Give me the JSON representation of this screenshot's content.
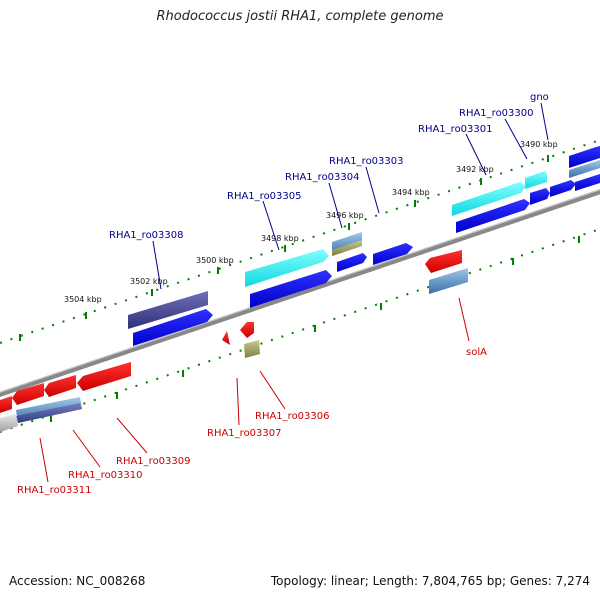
{
  "title": "Rhodococcus jostii RHA1, complete genome",
  "footer": {
    "accession": "Accession: NC_008268",
    "topology": "Topology: linear; Length: 7,804,765 bp; Genes: 7,274"
  },
  "colors": {
    "forward_gene": "#0000ee",
    "reverse_gene": "#ee0000",
    "forward_label": "#00008b",
    "reverse_label": "#cc0000",
    "backbone": "#808080",
    "tick": "#008000"
  },
  "scale_ticks": [
    "3490 kbp",
    "3492 kbp",
    "3494 kbp",
    "3496 kbp",
    "3498 kbp",
    "3500 kbp",
    "3502 kbp",
    "3504 kbp"
  ],
  "forward_genes": [
    "gno",
    "RHA1_ro03300",
    "RHA1_ro03301",
    "RHA1_ro03303",
    "RHA1_ro03304",
    "RHA1_ro03305",
    "RHA1_ro03308"
  ],
  "reverse_genes": [
    "solA",
    "RHA1_ro03306",
    "RHA1_ro03307",
    "RHA1_ro03309",
    "RHA1_ro03310",
    "RHA1_ro03311"
  ]
}
